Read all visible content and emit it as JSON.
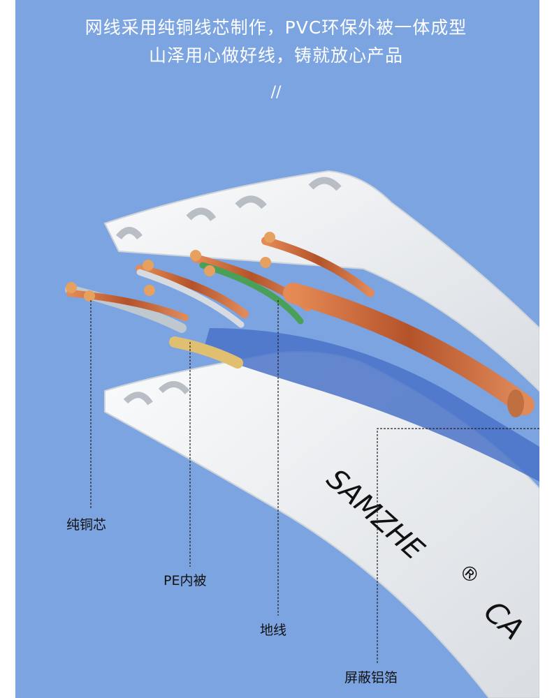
{
  "headline": {
    "line1": "网线采用纯铜线芯制作，PVC环保外被一体成型",
    "line2": "山泽用心做好线，铸就放心产品",
    "separator": "//"
  },
  "cable": {
    "brand": "SAMZHE",
    "registered": "®",
    "model_partial": "CA"
  },
  "callouts": {
    "copper_core": "纯铜芯",
    "pe_inner": "PE内被",
    "ground_wire": "地线",
    "foil_shield": "屏蔽铝箔"
  },
  "colors": {
    "background": "#7ba4e0",
    "jacket": "#eef0f2",
    "copper": "#c9693a",
    "text_dark": "#111111"
  }
}
